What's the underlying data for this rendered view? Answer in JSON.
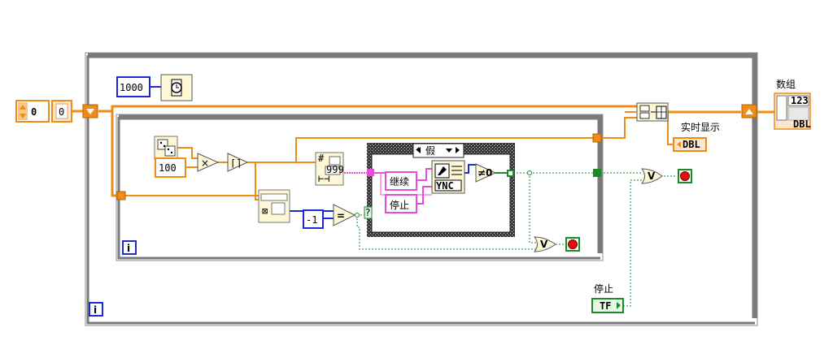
{
  "constants": {
    "init_value": "0",
    "init_display": "0",
    "wait_ms": "1000",
    "random_scale": "100",
    "not_found": "-1",
    "continue_str": "继续",
    "stop_str": "停止"
  },
  "case_structure": {
    "selector": "假"
  },
  "labels": {
    "array_indicator": "数组",
    "realtime_indicator": "实时显示",
    "stop_control": "停止"
  },
  "terminals": {
    "dbl": "DBL",
    "tf": "TF",
    "iteration": "i",
    "index_label": "123"
  },
  "colors": {
    "orange_wire": "#f08b16",
    "pink_wire": "#e84bd6",
    "green_wire": "#1b8a28",
    "blue_const": "#1a2bd6",
    "loop_frame": "#7a7a7a",
    "case_frame": "#2b2b2b",
    "stop_red": "#e01010"
  }
}
